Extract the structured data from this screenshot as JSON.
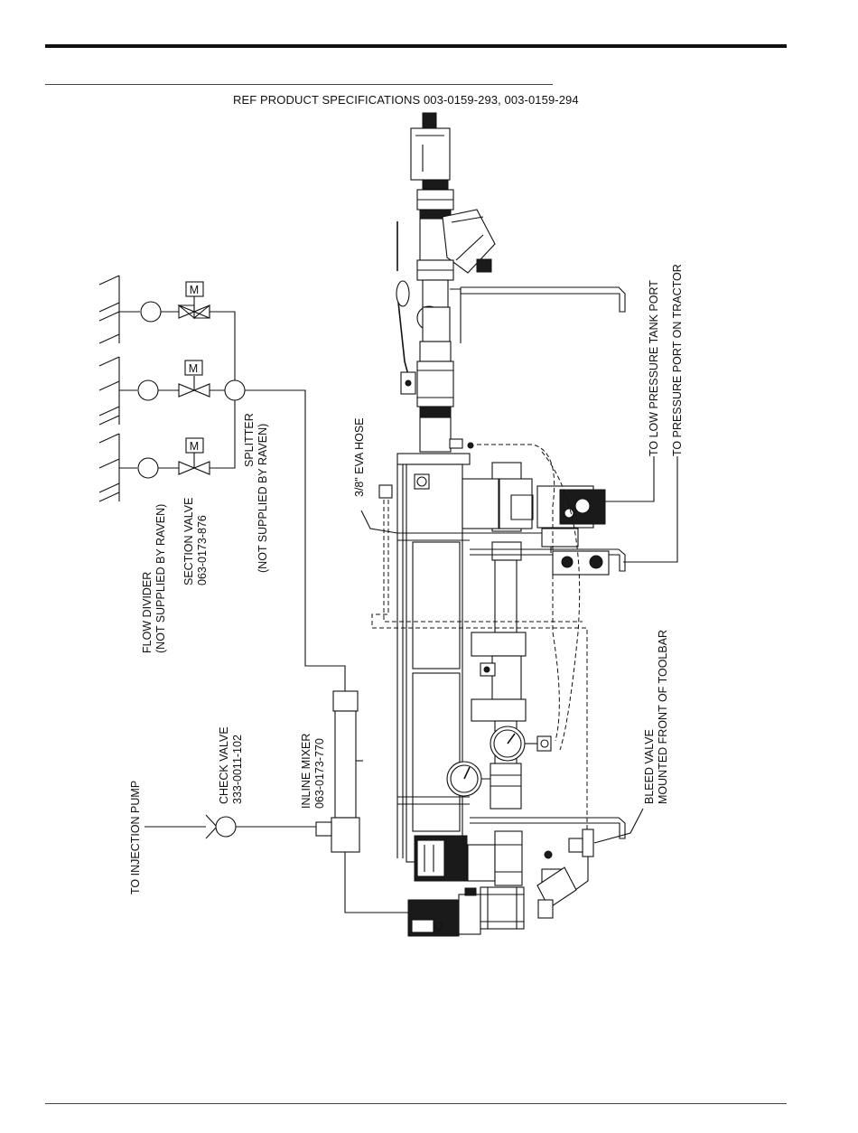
{
  "header": {
    "reference": "REF PRODUCT SPECIFICATIONS 003-0159-293, 003-0159-294"
  },
  "labels": {
    "flow_divider_line1": "FLOW DIVIDER",
    "flow_divider_line2": "(NOT SUPPLIED BY RAVEN)",
    "section_valve_line1": "SECTION VALVE",
    "section_valve_line2": "063-0173-876",
    "splitter_line1": "SPLITTER",
    "splitter_line2": "(NOT SUPPLIED BY RAVEN)",
    "check_valve_line1": "CHECK VALVE",
    "check_valve_line2": "333-0011-102",
    "to_injection_pump": "TO INJECTION PUMP",
    "inline_mixer_line1": "INLINE MIXER",
    "inline_mixer_line2": "063-0173-770",
    "eva_hose": "3/8\" EVA HOSE",
    "to_low_pressure": "TO LOW PRESSURE TANK PORT",
    "to_pressure_port": "TO PRESSURE PORT ON TRACTOR",
    "bleed_valve_line1": "BLEED VALVE",
    "bleed_valve_line2": "MOUNTED FRONT OF TOOLBAR",
    "motor_symbol": "M"
  }
}
